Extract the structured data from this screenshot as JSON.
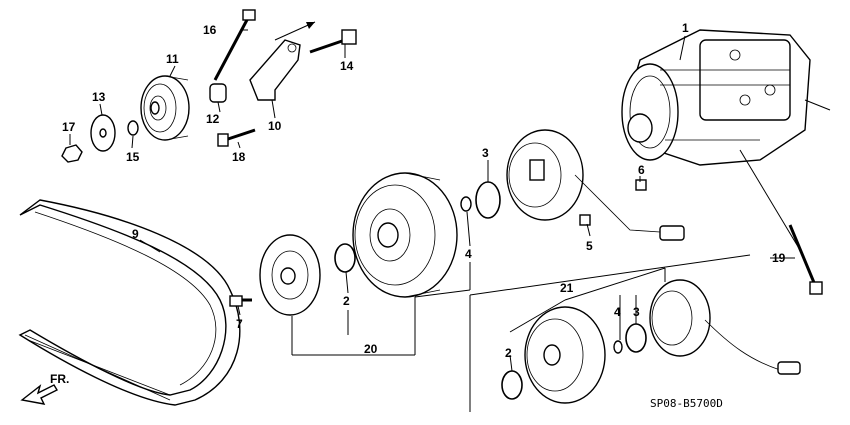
{
  "diagram": {
    "code": "SP08-B5700D",
    "direction_label": "FR.",
    "callouts": [
      {
        "id": "c1",
        "label": "1"
      },
      {
        "id": "c2a",
        "label": "2"
      },
      {
        "id": "c2b",
        "label": "2"
      },
      {
        "id": "c3a",
        "label": "3"
      },
      {
        "id": "c3b",
        "label": "3"
      },
      {
        "id": "c4a",
        "label": "4"
      },
      {
        "id": "c4b",
        "label": "4"
      },
      {
        "id": "c5",
        "label": "5"
      },
      {
        "id": "c6",
        "label": "6"
      },
      {
        "id": "c7",
        "label": "7"
      },
      {
        "id": "c9",
        "label": "9"
      },
      {
        "id": "c10",
        "label": "10"
      },
      {
        "id": "c11",
        "label": "11"
      },
      {
        "id": "c12",
        "label": "12"
      },
      {
        "id": "c13",
        "label": "13"
      },
      {
        "id": "c14",
        "label": "14"
      },
      {
        "id": "c15",
        "label": "15"
      },
      {
        "id": "c16",
        "label": "16"
      },
      {
        "id": "c17",
        "label": "17"
      },
      {
        "id": "c18",
        "label": "18"
      },
      {
        "id": "c19",
        "label": "19"
      },
      {
        "id": "c20",
        "label": "20"
      },
      {
        "id": "c21",
        "label": "21"
      }
    ]
  }
}
